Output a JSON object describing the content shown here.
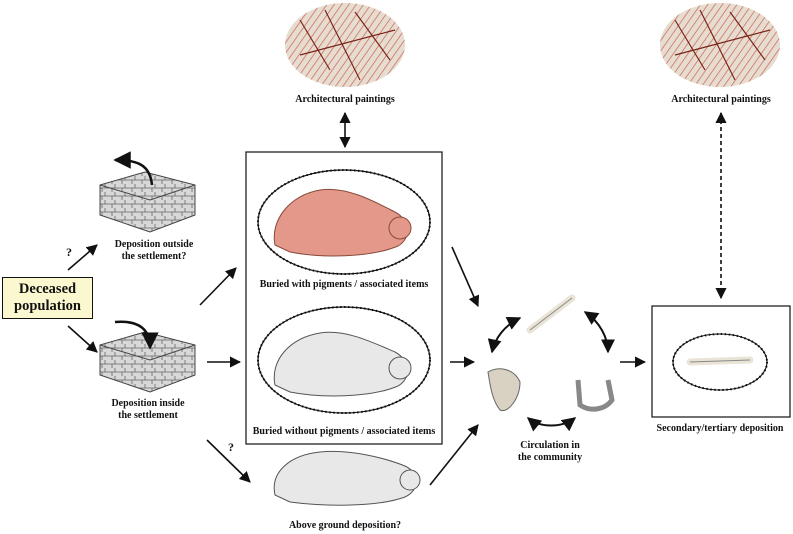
{
  "diagram": {
    "start_node": {
      "label_line1": "Deceased",
      "label_line2": "population"
    },
    "nodes": {
      "outside": {
        "line1": "Deposition outside",
        "line2": "the settlement?"
      },
      "inside": {
        "line1": "Deposition inside",
        "line2": "the settlement"
      },
      "buried_with": "Buried with pigments / associated items",
      "buried_without": "Buried without pigments / associated items",
      "above_ground": "Above ground deposition?",
      "paintings_primary": "Architectural paintings",
      "paintings_secondary": "Architectural paintings",
      "circulation": {
        "line1": "Circulation in",
        "line2": "the community"
      },
      "secondary": "Secondary/tertiary deposition"
    },
    "uncertain_marks": [
      "?",
      "?"
    ],
    "colors": {
      "start_fill": "#fbf7cf",
      "pigmented_figure": "#e3988a",
      "painting_red": "#c0392b",
      "bone": "#e9e4d6"
    }
  }
}
